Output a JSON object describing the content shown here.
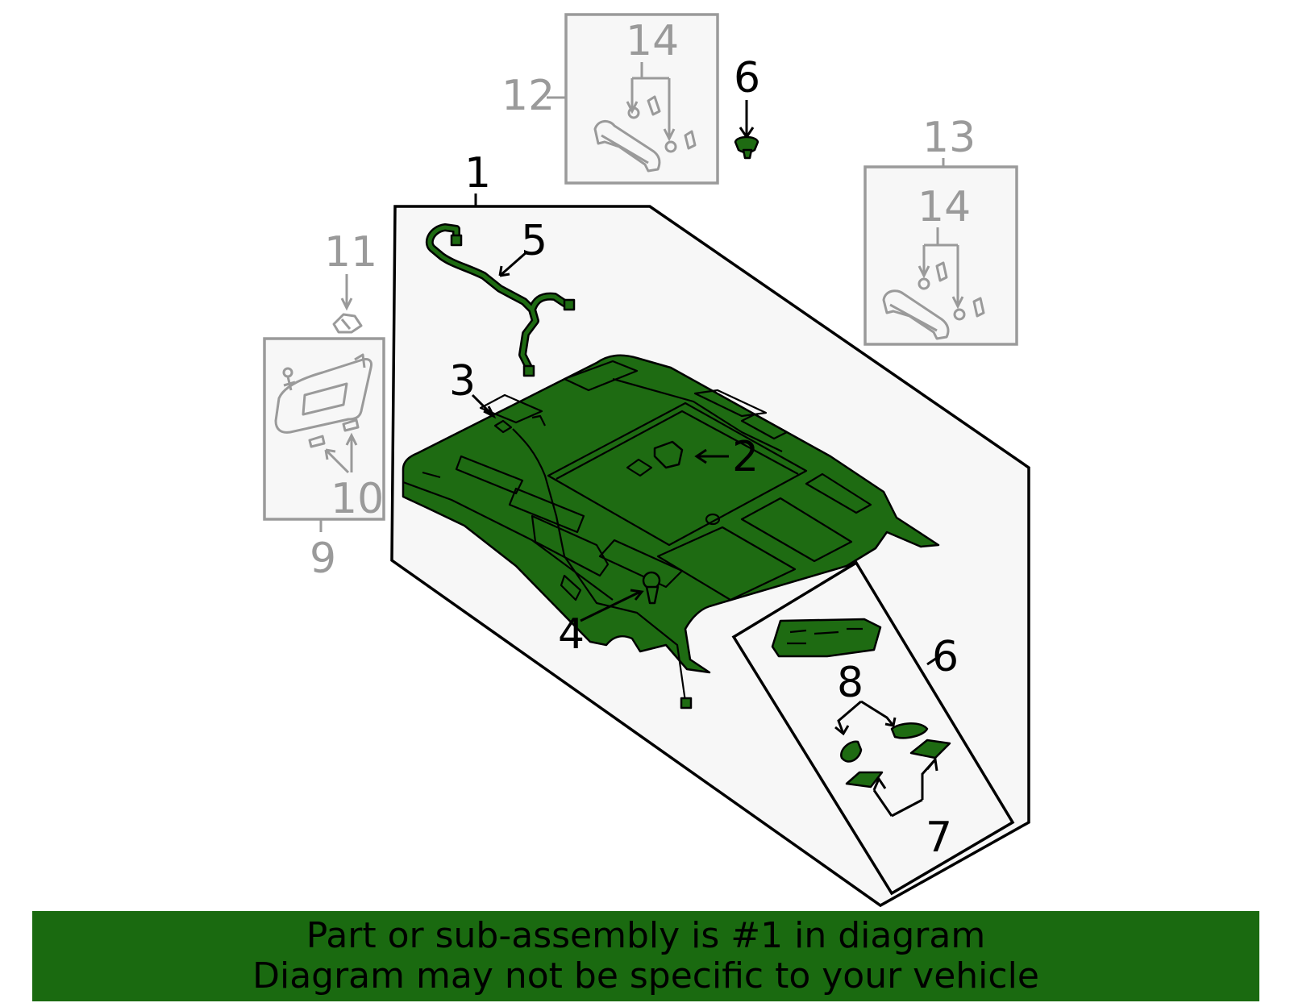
{
  "diagram": {
    "callouts": {
      "c1": "1",
      "c2": "2",
      "c3": "3",
      "c4": "4",
      "c5": "5",
      "c6_top": "6",
      "c6_box": "6",
      "c7": "7",
      "c8": "8",
      "c9": "9",
      "c10": "10",
      "c11": "11",
      "c12": "12",
      "c13": "13",
      "c14_a": "14",
      "c14_b": "14"
    },
    "colors": {
      "highlight_part": "#1e6b12",
      "reference_gray": "#9a9a9a",
      "banner": "#1a6a10"
    }
  },
  "banner": {
    "line1": "Part or sub-assembly is #1 in diagram",
    "line2": "Diagram may not be specific to your vehicle"
  }
}
